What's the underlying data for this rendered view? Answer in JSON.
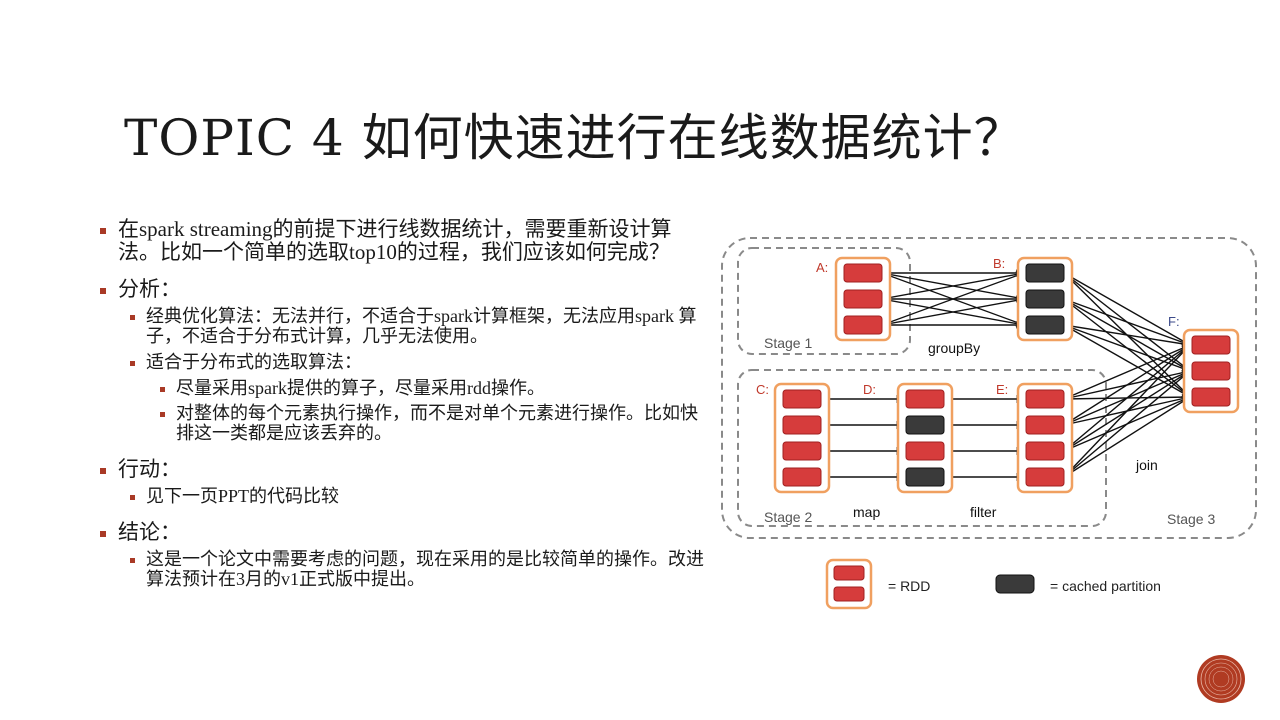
{
  "slide": {
    "title": "TOPIC 4 如何快速进行在线数据统计？"
  },
  "bullets": [
    {
      "level": 1,
      "text": "在spark streaming的前提下进行线数据统计，需要重新设计算法。比如一个简单的选取top10的过程，我们应该如何完成？"
    },
    {
      "level": 1,
      "text": "分析："
    },
    {
      "level": 2,
      "text": "经典优化算法：无法并行，不适合于spark计算框架，无法应用spark 算子，不适合于分布式计算，几乎无法使用。"
    },
    {
      "level": 2,
      "text": "适合于分布式的选取算法："
    },
    {
      "level": 3,
      "text": "尽量采用spark提供的算子，尽量采用rdd操作。"
    },
    {
      "level": 3,
      "text": "对整体的每个元素执行操作，而不是对单个元素进行操作。比如快排这一类都是应该丢弃的。"
    },
    {
      "level": 1,
      "text": "行动："
    },
    {
      "level": 2,
      "text": "见下一页PPT的代码比较"
    },
    {
      "level": 1,
      "text": "结论："
    },
    {
      "level": 2,
      "text": "这是一个论文中需要考虑的问题，现在采用的是比较简单的操作。改进算法预计在3月的v1正式版中提出。"
    }
  ],
  "diagram": {
    "node_labels": {
      "a": "A:",
      "b": "B:",
      "c": "C:",
      "d": "D:",
      "e": "E:",
      "f": "F:"
    },
    "stage_labels": {
      "stage1": "Stage 1",
      "stage2": "Stage 2",
      "stage3": "Stage 3"
    },
    "op_labels": {
      "groupby": "groupBy",
      "map": "map",
      "filter": "filter",
      "join": "join"
    },
    "legend": {
      "rdd": "= RDD",
      "cached": "= cached partition"
    },
    "colors": {
      "partition": "#d63c3c",
      "cached": "#3a3a3a",
      "rdd_border": "#f0a060",
      "accent": "#a93a26",
      "label": "#c0392b",
      "label_f": "#3b4a8a"
    }
  }
}
